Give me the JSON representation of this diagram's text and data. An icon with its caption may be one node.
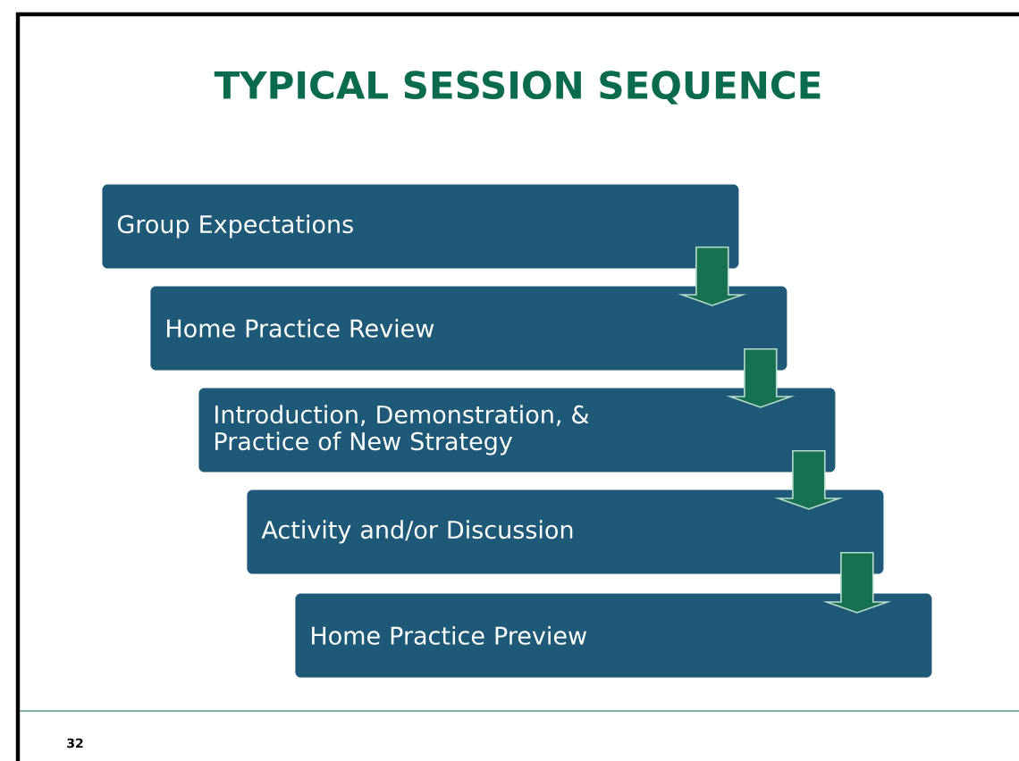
{
  "diagram": {
    "title": "TYPICAL SESSION SEQUENCE",
    "nodes": [
      {
        "text": [
          "Group Expectations"
        ]
      },
      {
        "text": [
          "Home Practice Review"
        ]
      },
      {
        "text": [
          "Introduction, Demonstration, & Practice of New Strategy"
        ]
      },
      {
        "text": [
          "Activity and/or Discussion"
        ]
      },
      {
        "text": [
          "Home Practice Preview"
        ]
      }
    ],
    "edges": [
      {
        "from": 0,
        "to": 1,
        "arrow": "to"
      },
      {
        "from": 1,
        "to": 2,
        "arrow": "to"
      },
      {
        "from": 2,
        "to": 3,
        "arrow": "to"
      },
      {
        "from": 3,
        "to": 4,
        "arrow": "to"
      }
    ],
    "labels": [
      "32"
    ]
  }
}
